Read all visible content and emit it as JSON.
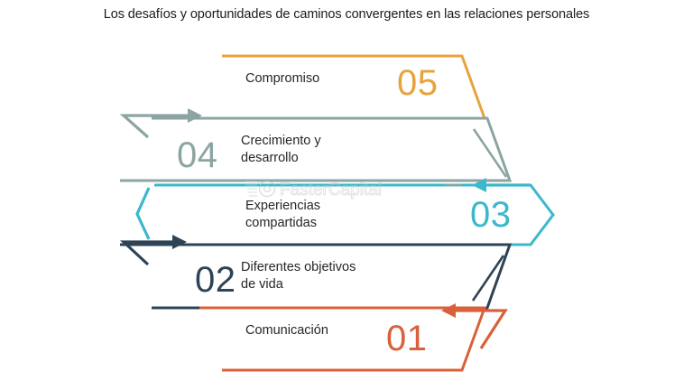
{
  "title": "Los desafíos y oportunidades de caminos convergentes en las relaciones personales",
  "watermark": {
    "text": "FasterCapital",
    "icon": "gear-icon"
  },
  "chart_data": {
    "type": "diagram",
    "subtype": "converging-funnel-arrows",
    "title": "Los desafíos y oportunidades de caminos convergentes en las relaciones personales",
    "direction": "bottom-to-top",
    "steps": [
      {
        "number": "01",
        "label": "Comunicación",
        "color": "#d9603a",
        "shape": "trapezoid-bottom",
        "row": 5
      },
      {
        "number": "02",
        "label": "Diferentes objetivos\nde vida",
        "color": "#2e4356",
        "shape": "trapezoid-bottom",
        "row": 4
      },
      {
        "number": "03",
        "label": "Experiencias\ncompartidas",
        "color": "#3bb8cc",
        "shape": "chevron-right",
        "row": 3
      },
      {
        "number": "04",
        "label": "Crecimiento y\ndesarrollo",
        "color": "#8ba5a3",
        "shape": "trapezoid-top",
        "row": 2
      },
      {
        "number": "05",
        "label": "Compromiso",
        "color": "#e8a33d",
        "shape": "trapezoid-top",
        "row": 1
      }
    ],
    "connectors": [
      {
        "from": "01",
        "to": "02",
        "color": "#d9603a",
        "style": "arrow-left"
      },
      {
        "from": "02",
        "to": "03",
        "color": "#2e4356",
        "style": "arrow-right"
      },
      {
        "from": "03",
        "to": "04",
        "color": "#3bb8cc",
        "style": "arrow-left"
      },
      {
        "from": "04",
        "to": "05",
        "color": "#8ba5a3",
        "style": "arrow-right"
      }
    ]
  },
  "steps": {
    "s05": {
      "number": "05",
      "label": "Compromiso",
      "color": "#e8a33d"
    },
    "s04": {
      "number": "04",
      "label": "Crecimiento y\ndesarrollo",
      "color": "#8ba5a3"
    },
    "s03": {
      "number": "03",
      "label": "Experiencias\ncompartidas",
      "color": "#3bb8cc"
    },
    "s02": {
      "number": "02",
      "label": "Diferentes objetivos\nde vida",
      "color": "#2e4356"
    },
    "s01": {
      "number": "01",
      "label": "Comunicación",
      "color": "#d9603a"
    }
  },
  "colors": {
    "gold": "#e8a33d",
    "gray_teal": "#8ba5a3",
    "cyan": "#3bb8cc",
    "navy": "#2e4356",
    "orange": "#d9603a",
    "text": "#262626",
    "background": "#ffffff"
  }
}
